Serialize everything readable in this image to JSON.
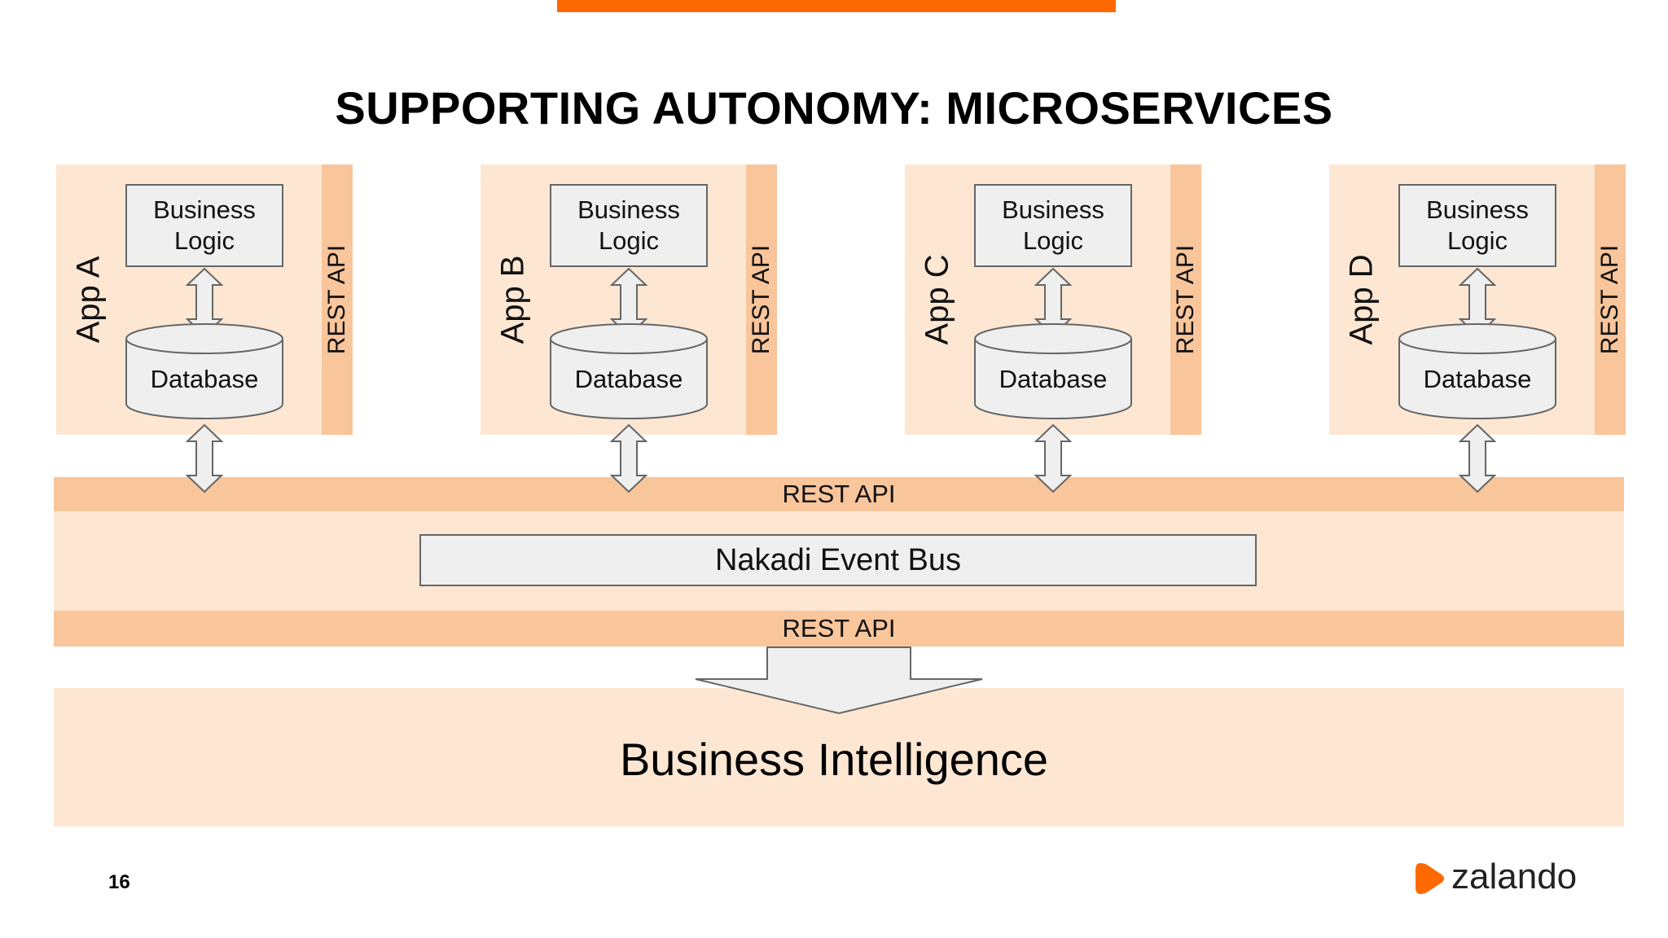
{
  "slide": {
    "title": "SUPPORTING AUTONOMY: MICROSERVICES",
    "page_number": "16",
    "accent_color": "#ff6900"
  },
  "apps": [
    {
      "name": "App A",
      "rest_api": "REST API",
      "logic": "Business Logic",
      "database": "Database"
    },
    {
      "name": "App B",
      "rest_api": "REST API",
      "logic": "Business Logic",
      "database": "Database"
    },
    {
      "name": "App C",
      "rest_api": "REST API",
      "logic": "Business Logic",
      "database": "Database"
    },
    {
      "name": "App D",
      "rest_api": "REST API",
      "logic": "Business Logic",
      "database": "Database"
    }
  ],
  "event_bus": {
    "top_rest_api": "REST API",
    "label": "Nakadi Event Bus",
    "bottom_rest_api": "REST API"
  },
  "business_intelligence": {
    "label": "Business Intelligence"
  },
  "logo": {
    "icon": "zalando-play-icon",
    "text": "zalando"
  }
}
